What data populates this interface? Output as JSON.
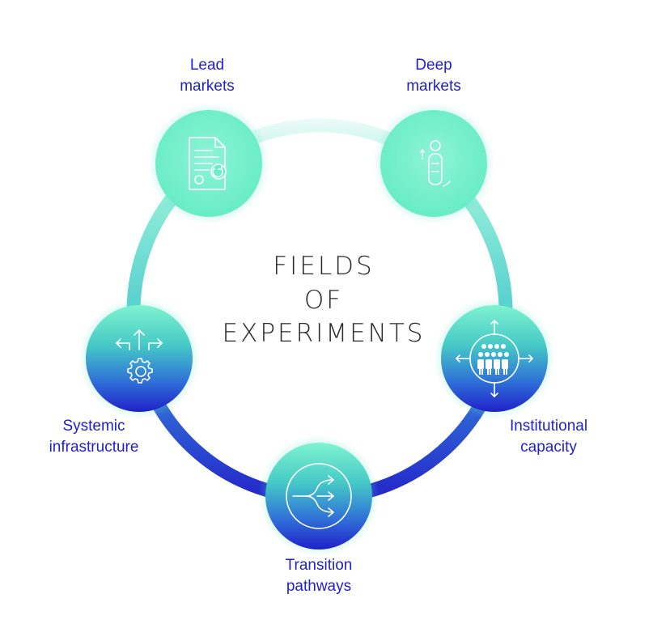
{
  "title": {
    "line1": "FIELDS",
    "line2": "OF",
    "line3": "EXPERIMENTS"
  },
  "nodes": [
    {
      "id": "lead-markets",
      "icon": "document-contract-icon",
      "label_line1": "Lead",
      "label_line2": "markets"
    },
    {
      "id": "deep-markets",
      "icon": "person-dimension-icon",
      "label_line1": "Deep",
      "label_line2": "markets"
    },
    {
      "id": "institutional-capacity",
      "icon": "people-expand-icon",
      "label_line1": "Institutional",
      "label_line2": "capacity"
    },
    {
      "id": "transition-pathways",
      "icon": "branching-arrows-icon",
      "label_line1": "Transition",
      "label_line2": "pathways"
    },
    {
      "id": "systemic-infrastructure",
      "icon": "gear-arrows-icon",
      "label_line1": "Systemic",
      "label_line2": "infrastructure"
    }
  ],
  "colors": {
    "mint": "#6ef0c8",
    "teal": "#55d6c8",
    "blue": "#2828d2",
    "label_blue": "#2121c9",
    "title_gray": "#2a2a2a"
  }
}
